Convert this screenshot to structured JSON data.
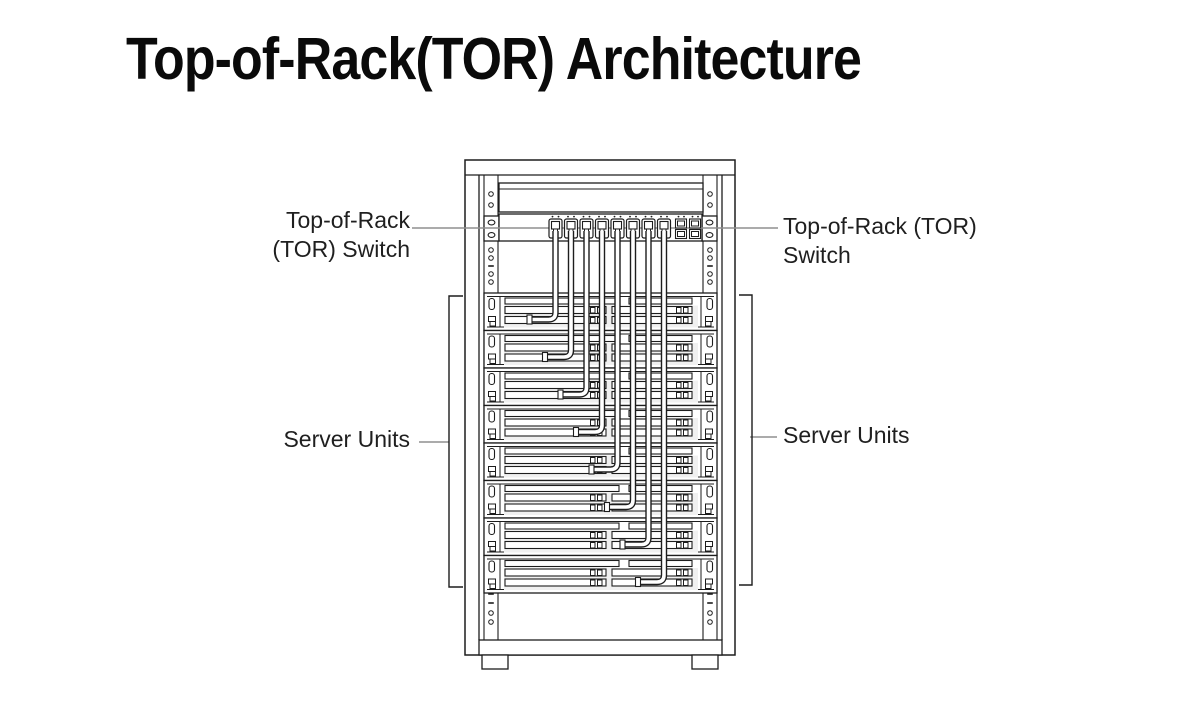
{
  "title": "Top-of-Rack(TOR) Architecture",
  "annotations": {
    "tor_left": {
      "line1": "Top-of-Rack",
      "line2": "(TOR) Switch"
    },
    "tor_right": {
      "line1": "Top-of-Rack (TOR)",
      "line2": "Switch"
    },
    "servers_left": "Server Units",
    "servers_right": "Server Units"
  },
  "diagram": {
    "server_unit_count": 8,
    "switch_port_count": 8,
    "uplink_port_count": 2,
    "cable_count": 8,
    "colors": {
      "background": "#ffffff",
      "line": "#1d1d1d",
      "leader_line": "#8f8f8f",
      "title_text": "#0a0a0a",
      "label_text": "#1f1f1f",
      "light_fill": "#f0f0f0"
    }
  }
}
